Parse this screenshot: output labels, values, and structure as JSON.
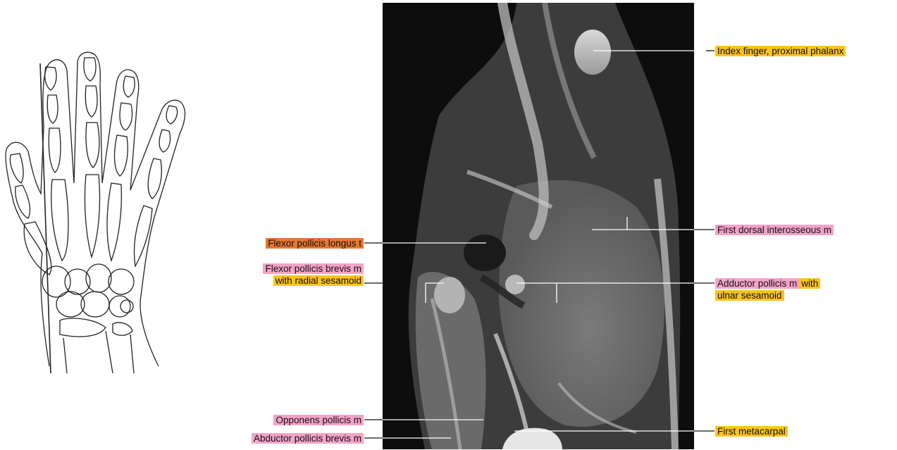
{
  "colors": {
    "muscle": "#f4a3c8",
    "bone": "#fcc31f",
    "tendon": "#e8762f"
  },
  "labels": {
    "index_phalanx": "Index finger, proximal phalanx",
    "first_dorsal_interosseous": "First dorsal interosseous m",
    "flexor_pollicis_longus": "Flexor pollicis longus t",
    "flexor_pollicis_brevis": "Flexor pollicis brevis m",
    "radial_sesamoid": "with radial sesamoid",
    "adductor_pollicis_a": "Adductor pollicis m",
    "adductor_pollicis_b": "with",
    "ulnar_sesamoid": "ulnar sesamoid",
    "opponens_pollicis": "Opponens pollicis m",
    "abductor_pollicis_brevis": "Abductor pollicis brevis m",
    "first_metacarpal": "First metacarpal"
  }
}
